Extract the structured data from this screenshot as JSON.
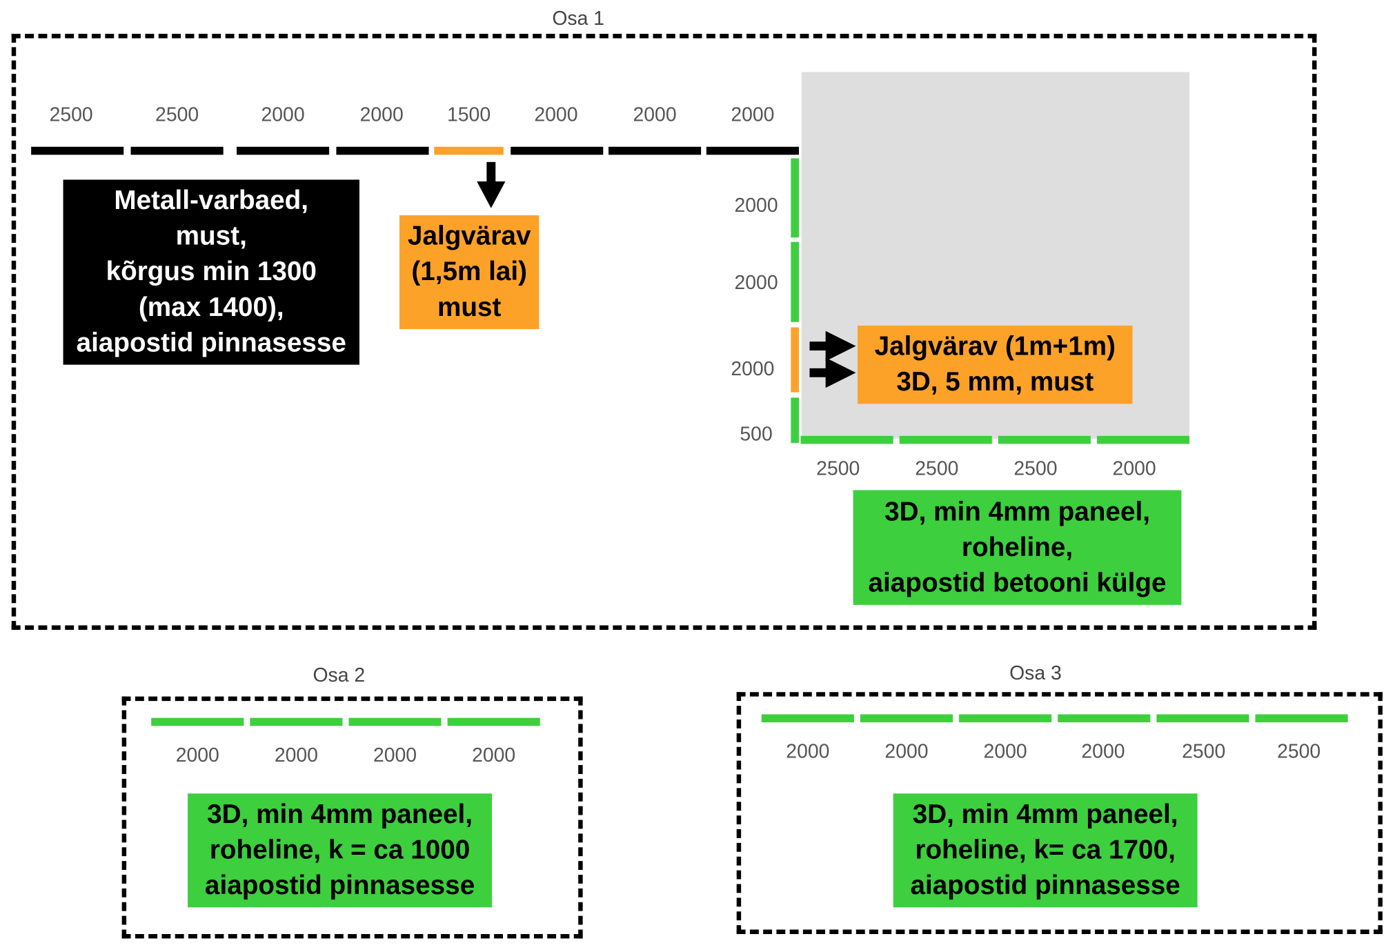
{
  "colors": {
    "black_fence": "#000000",
    "gate": "#fda229",
    "green_panel": "#3dcf3d",
    "concrete_area": "#dedede",
    "dimension_text": "#555555"
  },
  "sections": {
    "osa1": {
      "title": "Osa 1",
      "top_fence_dims": [
        "2500",
        "2500",
        "2000",
        "2000",
        "1500",
        "2000",
        "2000",
        "2000"
      ],
      "right_side_dims": [
        "2000",
        "2000",
        "2000",
        "500"
      ],
      "bottom_dims": [
        "2500",
        "2500",
        "2500",
        "2000"
      ],
      "label_black": "Metall-varbaed,\nmust,\nkõrgus min 1300\n(max 1400),\naiapostid pinnasesse",
      "label_gate_top": "Jalgvärav\n(1,5m lai)\nmust",
      "label_gate_side": "Jalgvärav (1m+1m)\n3D, 5 mm, must",
      "label_green": "3D, min 4mm paneel,\nroheline,\naiapostid betooni külge"
    },
    "osa2": {
      "title": "Osa 2",
      "dims": [
        "2000",
        "2000",
        "2000",
        "2000"
      ],
      "label": "3D, min 4mm paneel,\nroheline, k = ca 1000\naiapostid pinnasesse"
    },
    "osa3": {
      "title": "Osa 3",
      "dims": [
        "2000",
        "2000",
        "2000",
        "2000",
        "2500",
        "2500"
      ],
      "label": "3D, min 4mm paneel,\nroheline, k= ca 1700,\naiapostid pinnasesse"
    }
  }
}
